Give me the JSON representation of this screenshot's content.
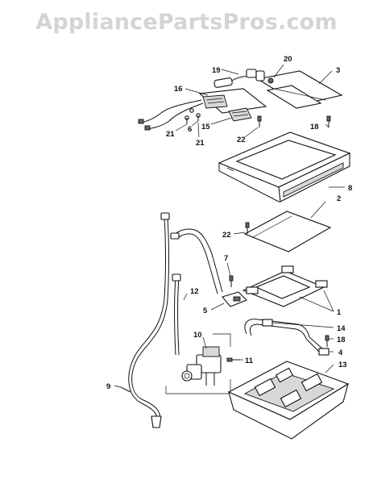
{
  "watermark": "AppliancePartsPros.com",
  "callouts": {
    "c1": "1",
    "c2": "2",
    "c3": "3",
    "c4": "4",
    "c5": "5",
    "c6": "6",
    "c7": "7",
    "c8": "8",
    "c9": "9",
    "c10": "10",
    "c11": "11",
    "c12": "12",
    "c13": "13",
    "c14": "14",
    "c15": "15",
    "c16": "16",
    "c18a": "18",
    "c18b": "18",
    "c19": "19",
    "c20": "20",
    "c21a": "21",
    "c21b": "21",
    "c22a": "22",
    "c22b": "22"
  }
}
